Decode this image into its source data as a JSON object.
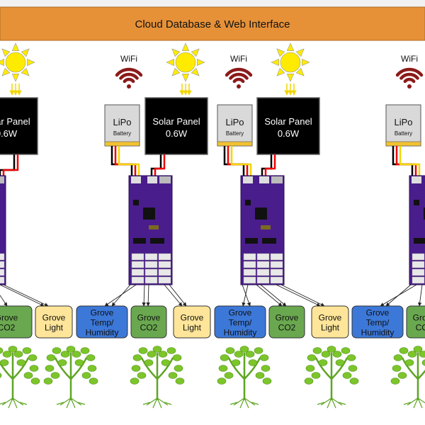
{
  "header": {
    "title": "Cloud Database & Web Interface"
  },
  "labels": {
    "wifi": "WiFi",
    "lipo": "LiPo",
    "battery": "Battery",
    "solar_title": "Solar Panel",
    "solar_power": "0.6W",
    "sensor_temp": [
      "Grove",
      "Temp/",
      "Humidity"
    ],
    "sensor_co2": [
      "Grove",
      "CO2"
    ],
    "sensor_light": [
      "Grove",
      "Light"
    ]
  },
  "colors": {
    "header": "#E69138",
    "wifi": "#8B1A1A",
    "sun": "#FFEB00",
    "board": "#4A1D8C",
    "temp_sensor": "#3C78D8",
    "co2_sensor": "#6AA84F",
    "light_sensor": "#FFE599",
    "plant": "#7CC52A"
  }
}
